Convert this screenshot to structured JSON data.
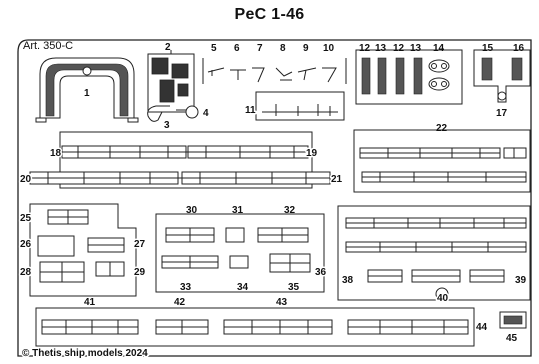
{
  "title": "PeC 1-46",
  "article": "Art. 350-C",
  "copyright": "© Thetis ship models  2024",
  "part_numbers": [
    "1",
    "2",
    "3",
    "4",
    "5",
    "6",
    "7",
    "8",
    "9",
    "10",
    "11",
    "12",
    "13",
    "12",
    "13",
    "14",
    "15",
    "16",
    "17",
    "18",
    "19",
    "20",
    "21",
    "22",
    "25",
    "26",
    "27",
    "28",
    "29",
    "30",
    "31",
    "32",
    "33",
    "34",
    "35",
    "36",
    "38",
    "39",
    "40",
    "41",
    "42",
    "43",
    "44",
    "45"
  ]
}
